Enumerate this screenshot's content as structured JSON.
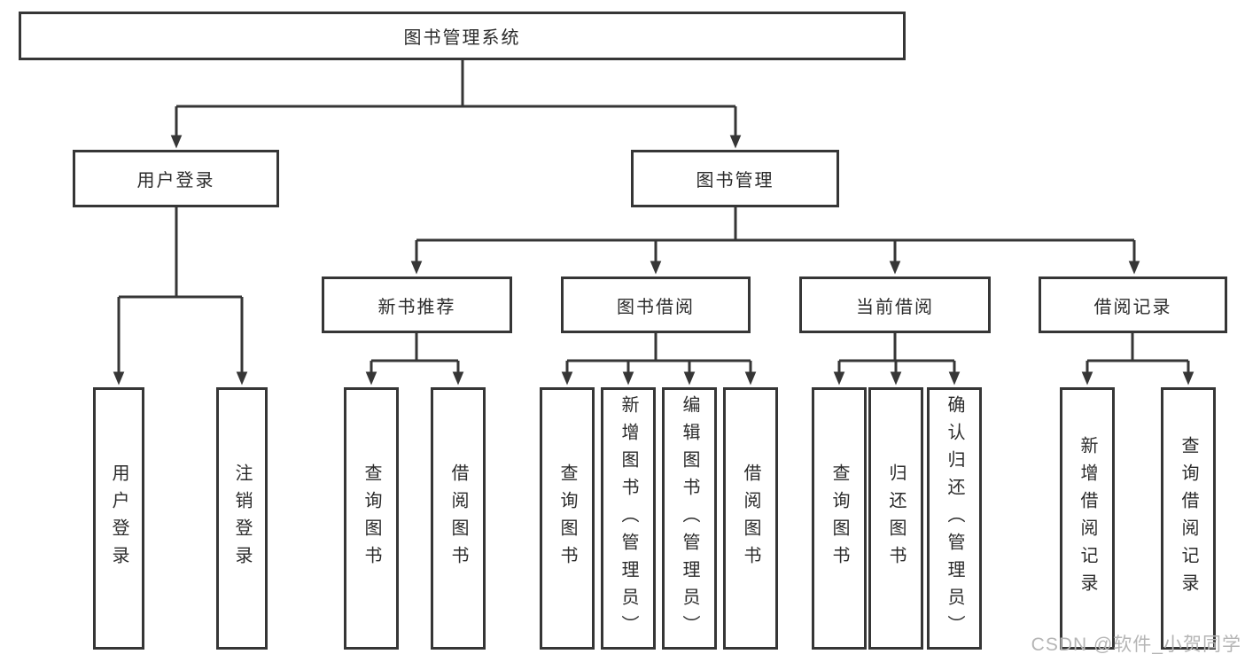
{
  "root": {
    "label": "图书管理系统"
  },
  "level2": [
    {
      "label": "用户登录"
    },
    {
      "label": "图书管理"
    }
  ],
  "level3": [
    {
      "label": "新书推荐",
      "parent": "图书管理"
    },
    {
      "label": "图书借阅",
      "parent": "图书管理"
    },
    {
      "label": "当前借阅",
      "parent": "图书管理"
    },
    {
      "label": "借阅记录",
      "parent": "图书管理"
    }
  ],
  "leaves": [
    {
      "label": "用户登录",
      "parent": "用户登录"
    },
    {
      "label": "注销登录",
      "parent": "用户登录"
    },
    {
      "label": "查询图书",
      "parent": "新书推荐"
    },
    {
      "label": "借阅图书",
      "parent": "新书推荐"
    },
    {
      "label": "查询图书",
      "parent": "图书借阅"
    },
    {
      "label": "新增图书（管理员）",
      "parent": "图书借阅"
    },
    {
      "label": "编辑图书（管理员）",
      "parent": "图书借阅"
    },
    {
      "label": "借阅图书",
      "parent": "图书借阅"
    },
    {
      "label": "查询图书",
      "parent": "当前借阅"
    },
    {
      "label": "归还图书",
      "parent": "当前借阅"
    },
    {
      "label": "确认归还（管理员）",
      "parent": "当前借阅"
    },
    {
      "label": "新增借阅记录",
      "parent": "借阅记录"
    },
    {
      "label": "查询借阅记录",
      "parent": "借阅记录"
    }
  ],
  "watermark": {
    "text": "CSDN @软件_小贺同学"
  },
  "colors": {
    "line": "#363636",
    "text": "#2b2b2b",
    "background": "#ffffff",
    "watermark": "#b5b5b5"
  }
}
